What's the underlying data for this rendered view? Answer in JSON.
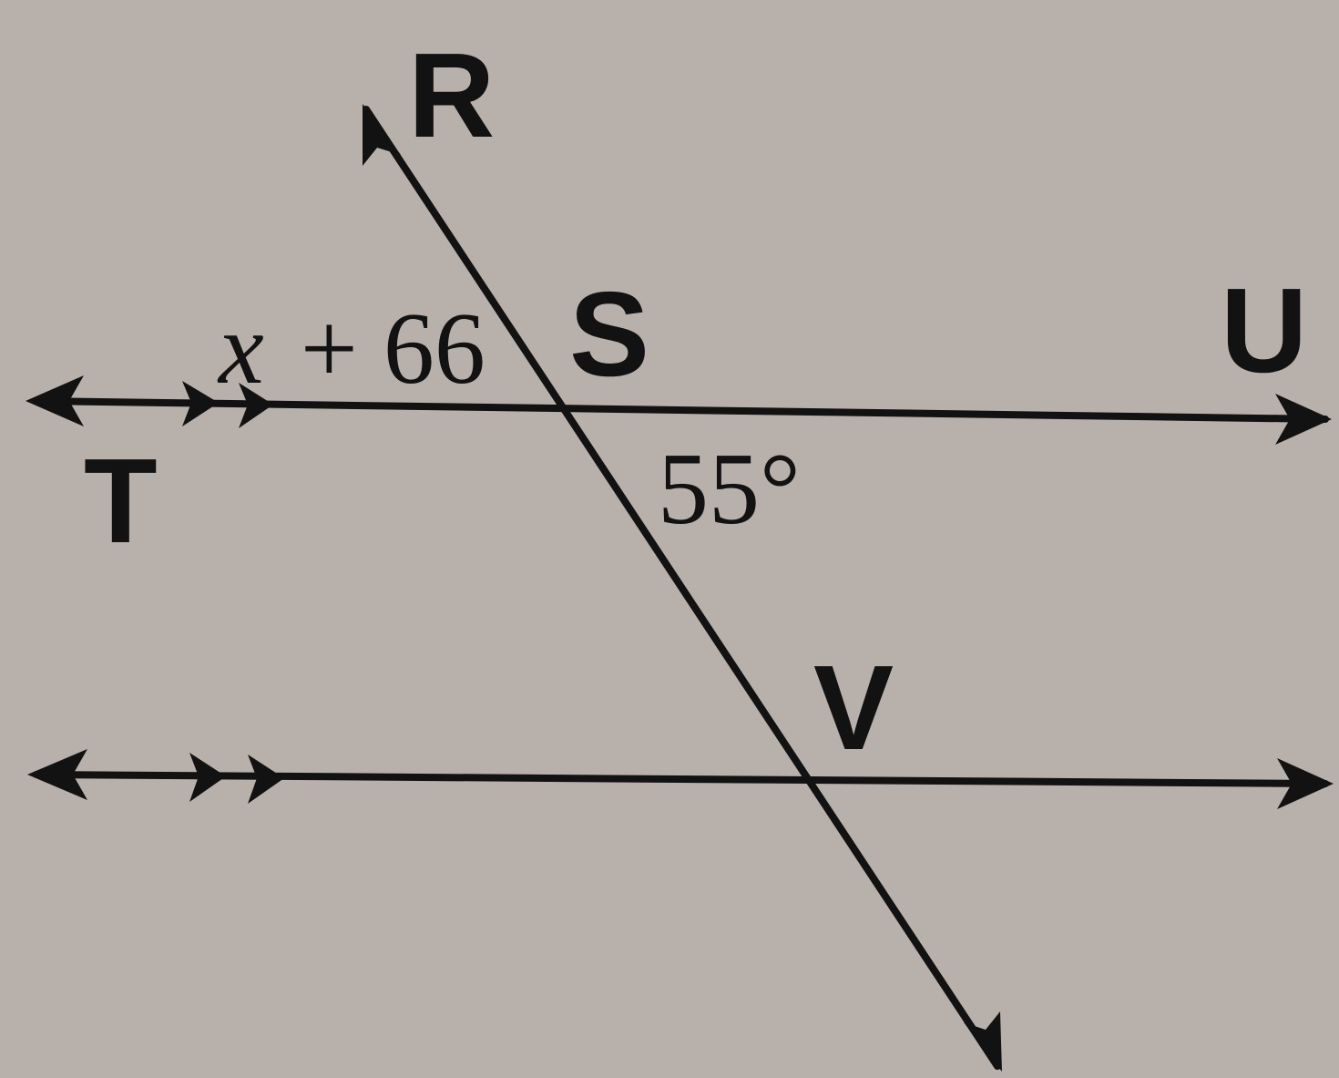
{
  "diagram": {
    "colors": {
      "background": "#b8b1ab",
      "ink": "#121212"
    },
    "points": {
      "r": "R",
      "s": "S",
      "u": "U",
      "t": "T",
      "v": "V"
    },
    "angles": {
      "upper_left": {
        "variable": "x",
        "rest": "+ 66"
      },
      "lower_right": "55°"
    }
  }
}
